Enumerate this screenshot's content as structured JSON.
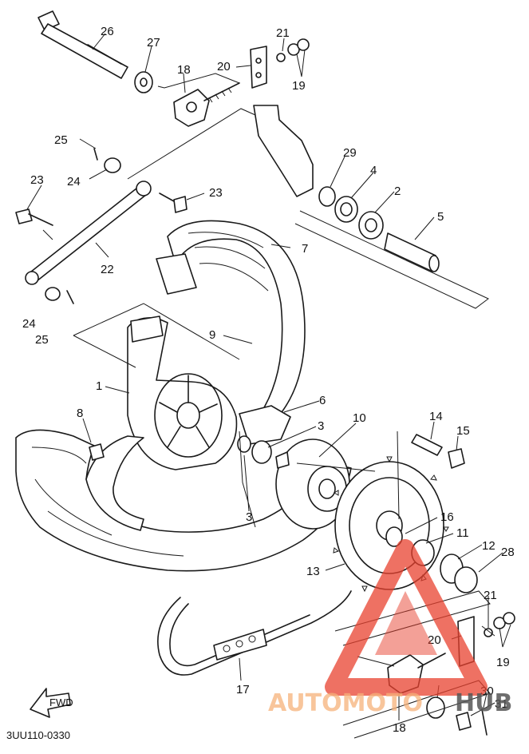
{
  "diagram": {
    "code": "3UU110-0330",
    "fwd_label": "FWD",
    "part_labels": [
      "26",
      "27",
      "18",
      "20",
      "21",
      "19",
      "25",
      "23",
      "24",
      "29",
      "4",
      "2",
      "5",
      "7",
      "22",
      "9",
      "1",
      "6",
      "8",
      "3",
      "10",
      "14",
      "15",
      "16",
      "11",
      "12",
      "28",
      "13",
      "17",
      "30",
      "31"
    ],
    "watermark": {
      "text_auto": "AUTOMOTO",
      "text_hub": "HUB",
      "color_primary": "#e8422f",
      "color_secondary": "#f6b27a"
    }
  }
}
